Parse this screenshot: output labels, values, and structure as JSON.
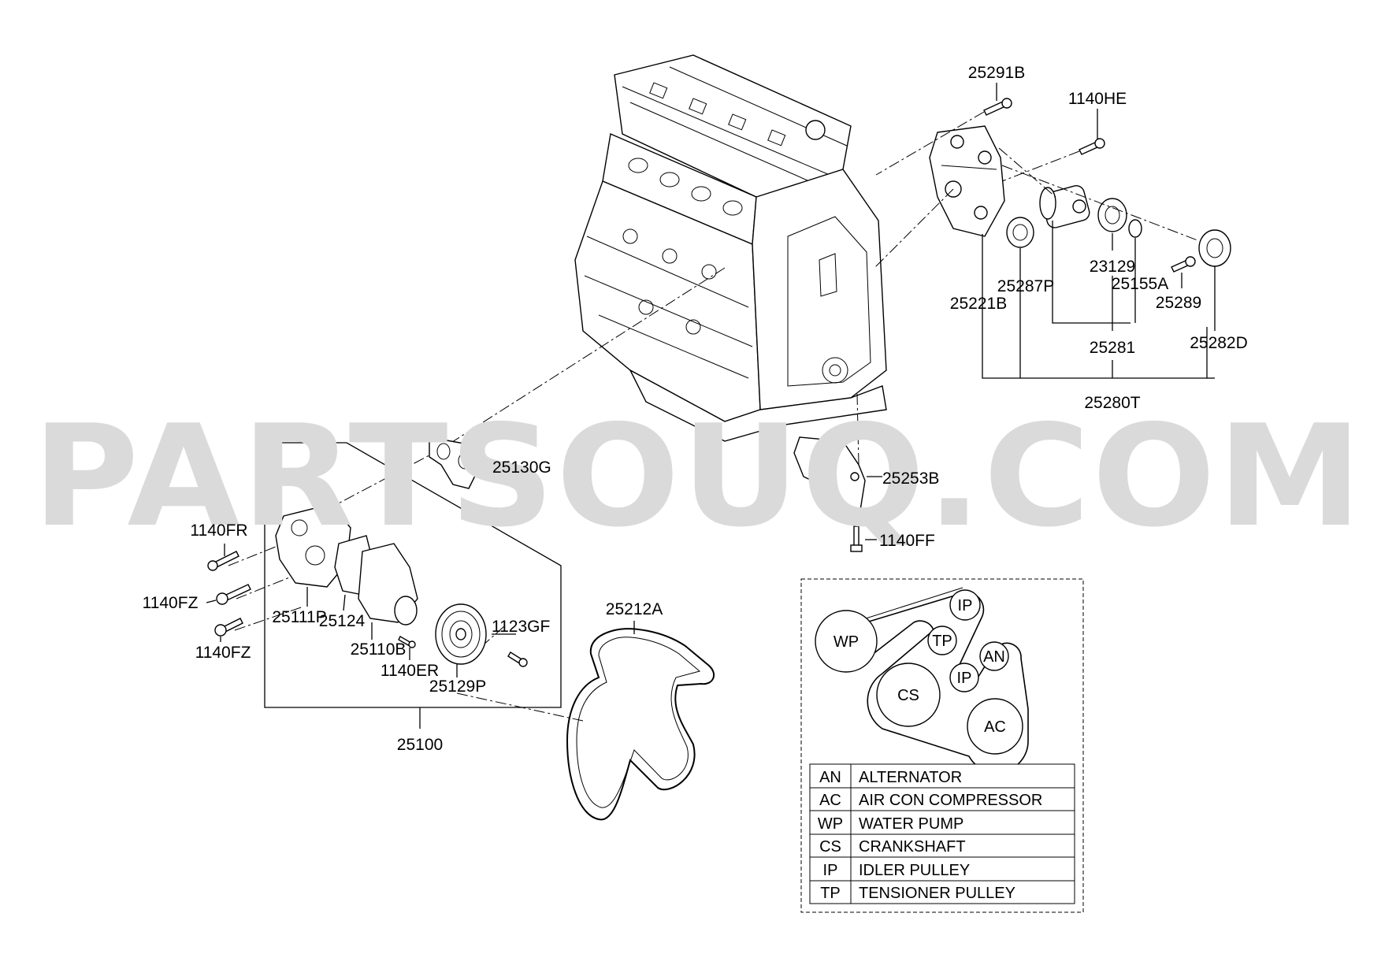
{
  "watermark": "PARTSOUQ.COM",
  "labels": {
    "p25291B": "25291B",
    "p1140HE": "1140HE",
    "p23129": "23129",
    "p25287P": "25287P",
    "p25155A": "25155A",
    "p25221B": "25221B",
    "p25289": "25289",
    "p25281": "25281",
    "p25282D": "25282D",
    "p25280T": "25280T",
    "p25130G": "25130G",
    "p25253B": "25253B",
    "p1140FF": "1140FF",
    "p1140FR": "1140FR",
    "p1140FZ_a": "1140FZ",
    "p1140FZ_b": "1140FZ",
    "p25111P": "25111P",
    "p25124": "25124",
    "p25110B": "25110B",
    "p1140ER": "1140ER",
    "p25129P": "25129P",
    "p1123GF": "1123GF",
    "p25100": "25100",
    "p25212A": "25212A"
  },
  "belt_routing": {
    "pulleys": {
      "wp": "WP",
      "ip1": "IP",
      "tp": "TP",
      "ip2": "IP",
      "an": "AN",
      "cs": "CS",
      "ac": "AC"
    }
  },
  "legend": [
    {
      "code": "AN",
      "desc": "ALTERNATOR"
    },
    {
      "code": "AC",
      "desc": "AIR CON COMPRESSOR"
    },
    {
      "code": "WP",
      "desc": "WATER PUMP"
    },
    {
      "code": "CS",
      "desc": "CRANKSHAFT"
    },
    {
      "code": "IP",
      "desc": "IDLER PULLEY"
    },
    {
      "code": "TP",
      "desc": "TENSIONER PULLEY"
    }
  ]
}
